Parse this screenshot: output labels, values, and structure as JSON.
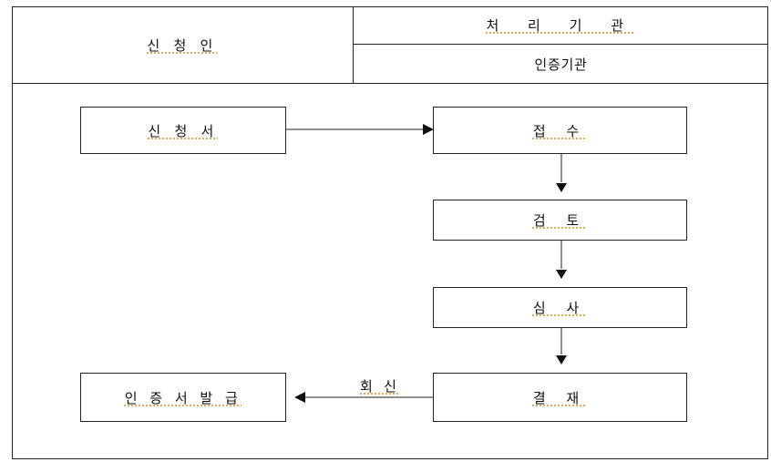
{
  "header": {
    "applicant": "신 청 인",
    "processor": "처 리 기 관",
    "certifier": "인증기관"
  },
  "nodes": {
    "application": "신 청 서",
    "receipt": "접 수",
    "review": "검 토",
    "examination": "심 사",
    "approval": "결 재",
    "issuance": "인 증 서  발 급"
  },
  "edges": {
    "reply": "회 신"
  }
}
